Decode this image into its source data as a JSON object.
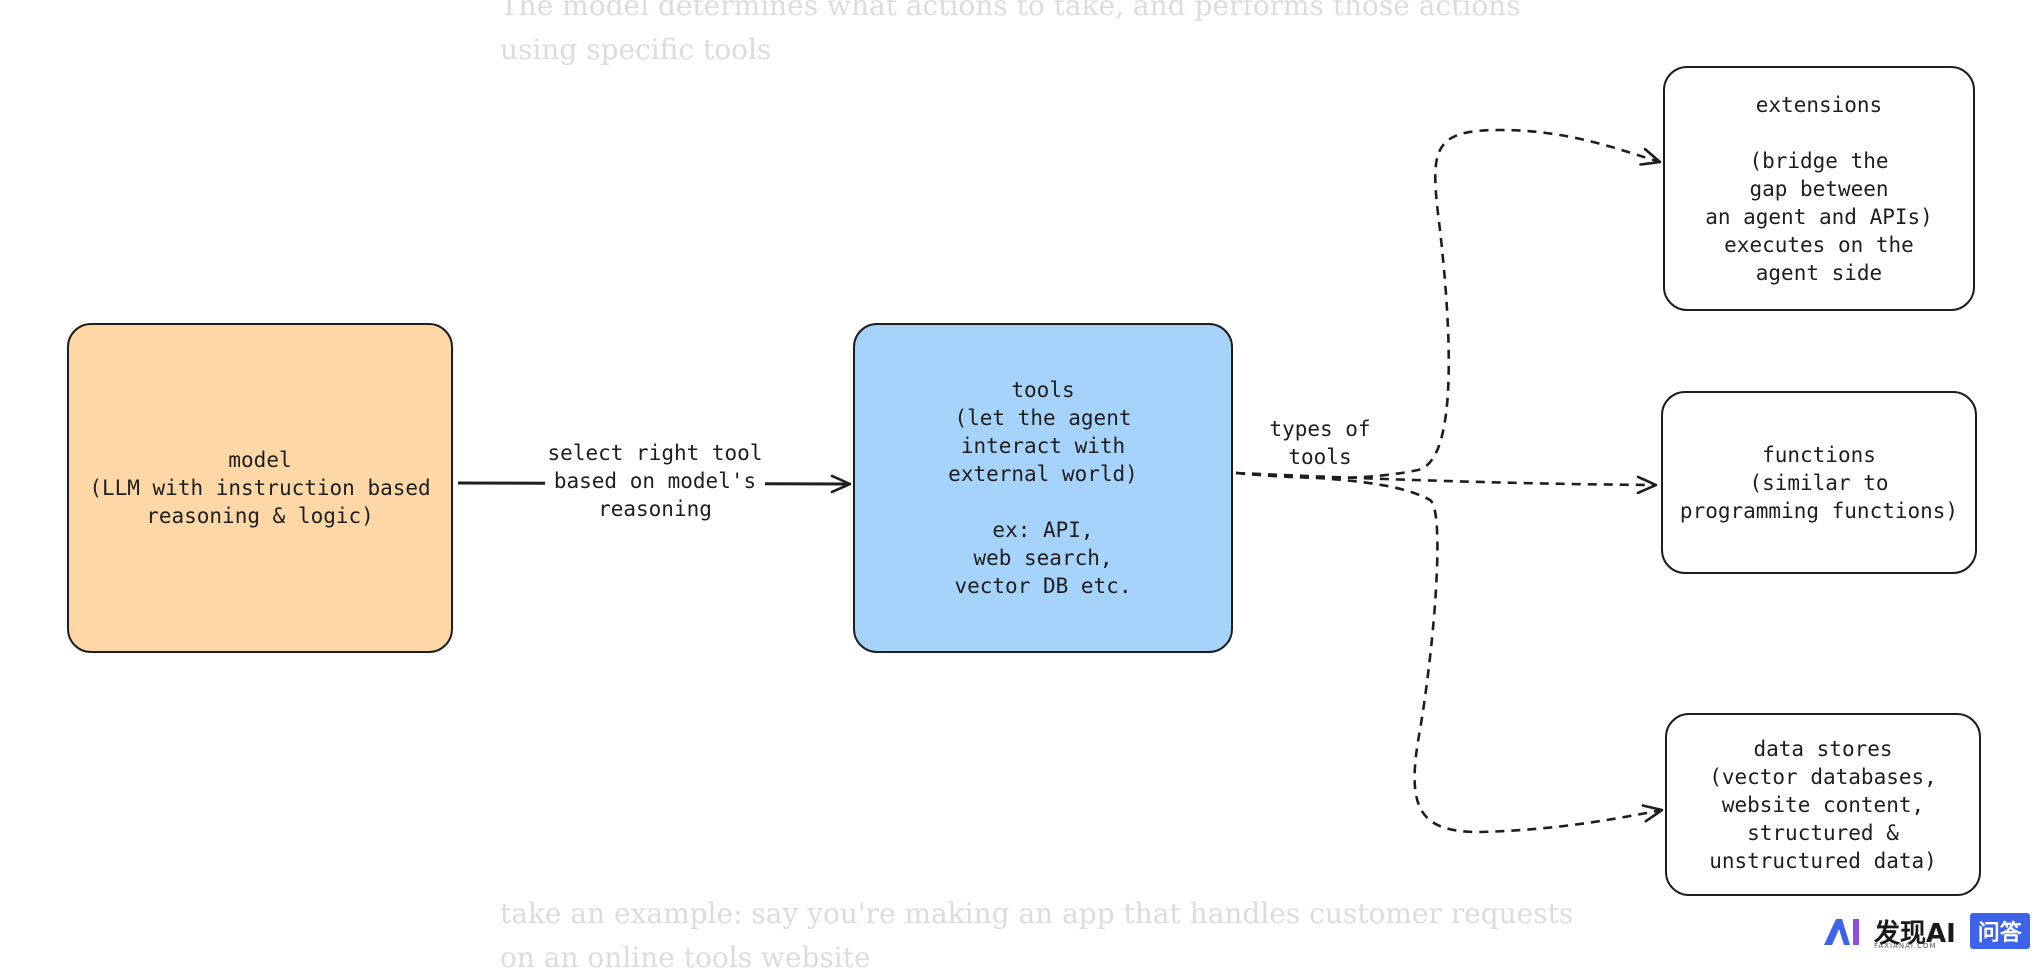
{
  "background_text": {
    "top": "The model determines what actions to take, and performs those actions",
    "top_line2": "using specific tools",
    "bottom": "take an example: say you're making an app that handles customer requests",
    "bottom_line2": "on an online tools website"
  },
  "nodes": {
    "model": "model\n(LLM with instruction based\nreasoning & logic)",
    "tools": "tools\n(let the agent\ninteract with\nexternal world)\n\nex: API,\nweb search,\nvector DB etc.",
    "extensions": "extensions\n\n(bridge the\ngap between\nan agent and APIs)\nexecutes on the\nagent side",
    "functions": "functions\n(similar to\nprogramming functions)",
    "data_stores": "data stores\n(vector databases,\nwebsite content,\nstructured &\nunstructured data)"
  },
  "edges": {
    "model_to_tools": "select right tool\nbased on model's\nreasoning",
    "tools_to_types": "types of\ntools"
  },
  "colors": {
    "model_fill": "#fdd8a6",
    "tools_fill": "#a6d3fc",
    "stroke": "#1e1e1e"
  },
  "watermark": {
    "brand": "发现AI",
    "sub": "FAXIANAI.COM",
    "badge": "问答"
  }
}
